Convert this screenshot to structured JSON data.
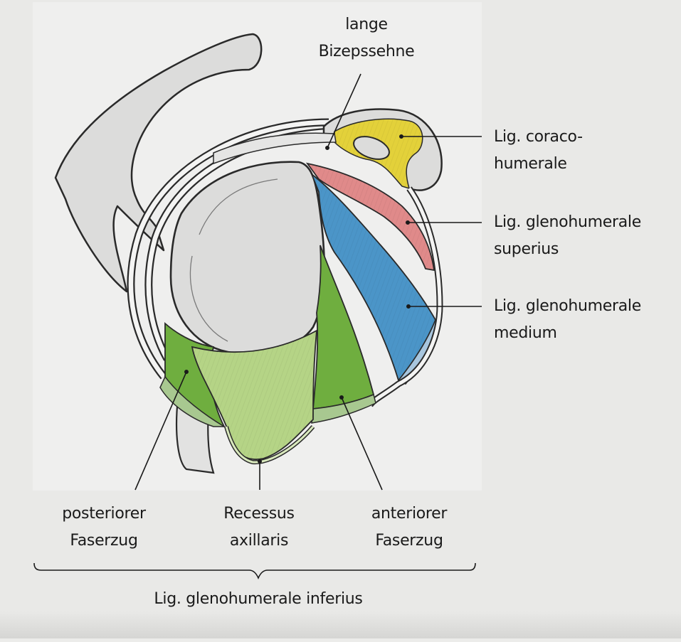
{
  "figure": {
    "top_label": {
      "line1": "lange",
      "line2": "Bizepssehne"
    },
    "right_labels": [
      {
        "line1": "Lig. coraco-",
        "line2": "humerale",
        "color": "#e3d13a"
      },
      {
        "line1": "Lig. glenohumerale",
        "line2": "superius",
        "color": "#e08a8a"
      },
      {
        "line1": "Lig. glenohumerale",
        "line2": "medium",
        "color": "#4b95c8"
      }
    ],
    "bottom_labels": [
      {
        "line1": "posteriorer",
        "line2": "Faserzug",
        "color": "#6fae3f"
      },
      {
        "line1": "Recessus",
        "line2": "axillaris",
        "color": "#b5d486"
      },
      {
        "line1": "anteriorer",
        "line2": "Faserzug",
        "color": "#6fae3f"
      }
    ],
    "group_label": "Lig. glenohumerale inferius"
  },
  "colors": {
    "background": "#e9e9e7",
    "panel": "#efefee",
    "bone": "#dcdcdb",
    "outline": "#2a2a2a"
  }
}
